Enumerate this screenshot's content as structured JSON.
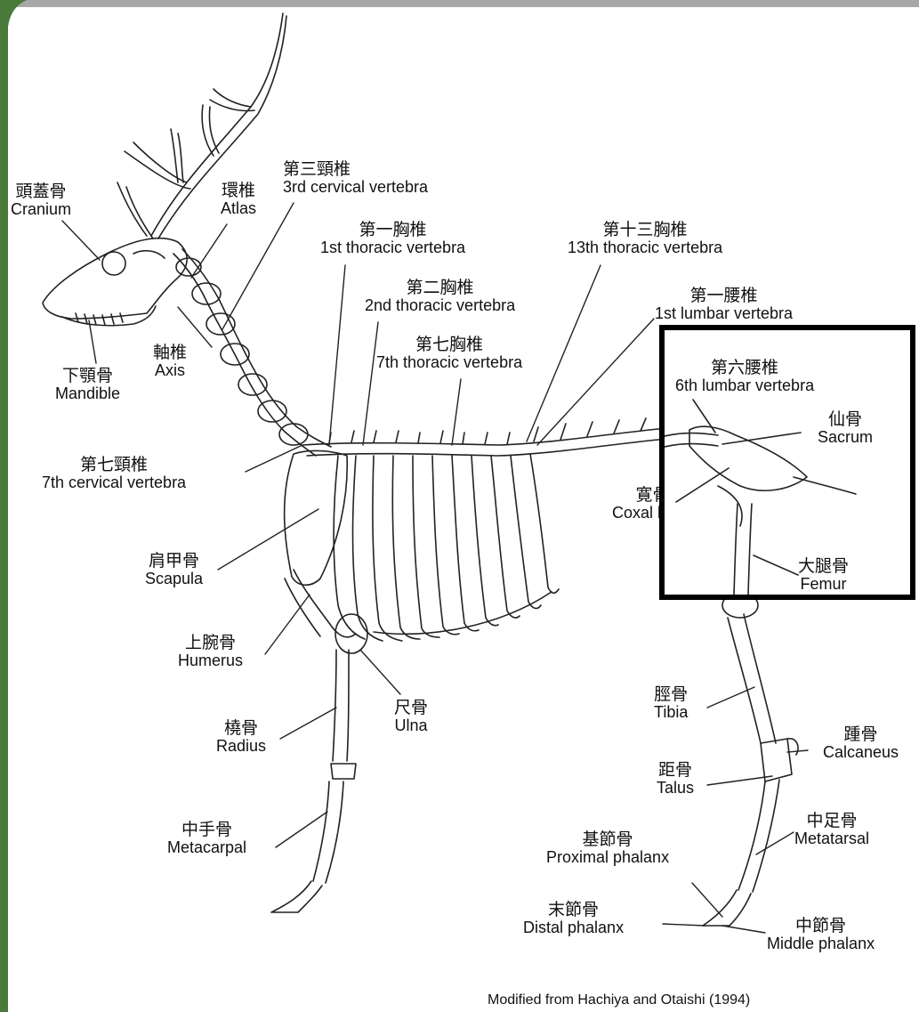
{
  "labels": {
    "cranium": {
      "jp": "頭蓋骨",
      "en": "Cranium"
    },
    "atlas": {
      "jp": "環椎",
      "en": "Atlas"
    },
    "c3": {
      "jp": "第三頸椎",
      "en": "3rd cervical vertebra"
    },
    "t1": {
      "jp": "第一胸椎",
      "en": "1st thoracic vertebra"
    },
    "t13": {
      "jp": "第十三胸椎",
      "en": "13th thoracic vertebra"
    },
    "t2": {
      "jp": "第二胸椎",
      "en": "2nd thoracic vertebra"
    },
    "l1": {
      "jp": "第一腰椎",
      "en": "1st lumbar vertebra"
    },
    "t7": {
      "jp": "第七胸椎",
      "en": "7th thoracic vertebra"
    },
    "l6": {
      "jp": "第六腰椎",
      "en": "6th lumbar vertebra"
    },
    "axis": {
      "jp": "軸椎",
      "en": "Axis"
    },
    "mandible": {
      "jp": "下顎骨",
      "en": "Mandible"
    },
    "sacrum": {
      "jp": "仙骨",
      "en": "Sacrum"
    },
    "c7": {
      "jp": "第七頸椎",
      "en": "7th cervical vertebra"
    },
    "coxa": {
      "jp": "寛骨",
      "en": "Coxal bone"
    },
    "scapula": {
      "jp": "肩甲骨",
      "en": "Scapula"
    },
    "femur": {
      "jp": "大腿骨",
      "en": "Femur"
    },
    "humerus": {
      "jp": "上腕骨",
      "en": "Humerus"
    },
    "ulna": {
      "jp": "尺骨",
      "en": "Ulna"
    },
    "tibia": {
      "jp": "脛骨",
      "en": "Tibia"
    },
    "radius": {
      "jp": "橈骨",
      "en": "Radius"
    },
    "calcaneus": {
      "jp": "踵骨",
      "en": "Calcaneus"
    },
    "talus": {
      "jp": "距骨",
      "en": "Talus"
    },
    "metacarpal": {
      "jp": "中手骨",
      "en": "Metacarpal"
    },
    "metatarsal": {
      "jp": "中足骨",
      "en": "Metatarsal"
    },
    "proximal": {
      "jp": "基節骨",
      "en": "Proximal phalanx"
    },
    "distal": {
      "jp": "末節骨",
      "en": "Distal phalanx"
    },
    "middle": {
      "jp": "中節骨",
      "en": "Middle phalanx"
    }
  },
  "credit": "Modified from Hachiya and Otaishi (1994)",
  "colors": {
    "frame_gray": "#a8a8a8",
    "corner_green": "#4a7a3a",
    "line": "#222222",
    "highlight": "#000000"
  }
}
